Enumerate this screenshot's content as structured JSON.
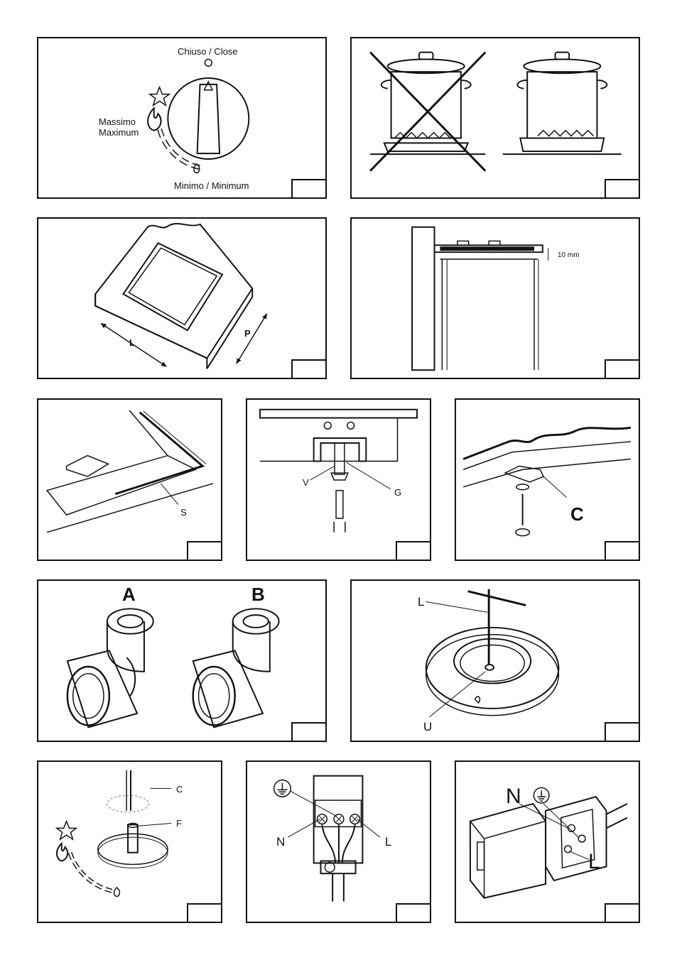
{
  "panels": {
    "knob": {
      "close_label": "Chiuso / Close",
      "max_label_it": "Massimo",
      "max_label_en": "Maximum",
      "min_label": "Minimo / Minimum"
    },
    "pans": {},
    "cutout": {
      "length_label": "L",
      "depth_label": "P"
    },
    "clearance": {
      "gap_label": "10 mm"
    },
    "seal": {
      "seal_label": "S"
    },
    "bracket": {
      "screw_label": "V",
      "bracket_label": "G"
    },
    "clamp": {
      "clamp_label": "C"
    },
    "fittings": {
      "fitting_a_label": "A",
      "fitting_b_label": "B"
    },
    "burner": {
      "wrench_label": "L",
      "nozzle_label": "U"
    },
    "bypass": {
      "screwdriver_label": "C",
      "spindle_label": "F"
    },
    "terminal": {
      "neutral_label": "N",
      "live_label": "L"
    },
    "terminal_box": {
      "neutral_label": "N",
      "live_label": "L"
    }
  },
  "icons": [
    "flame-max-icon",
    "flame-min-icon",
    "star-icon",
    "earth-icon"
  ]
}
